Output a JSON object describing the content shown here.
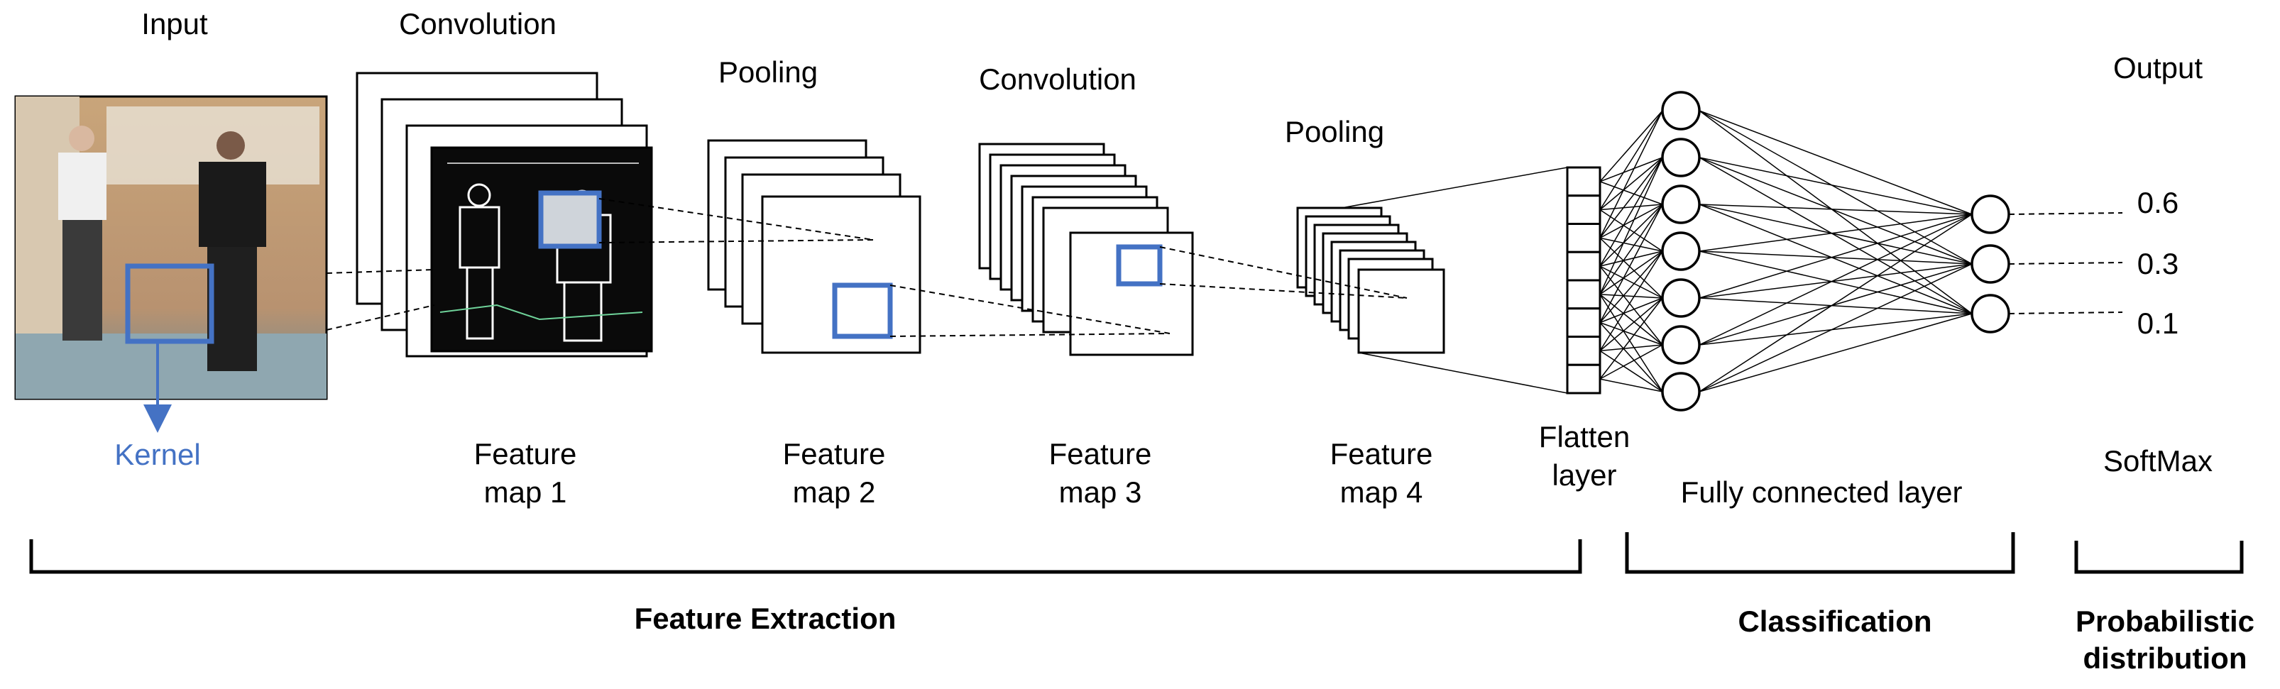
{
  "labels": {
    "input": "Input",
    "conv1": "Convolution",
    "pool1": "Pooling",
    "conv2": "Convolution",
    "pool2": "Pooling",
    "output": "Output",
    "kernel": "Kernel",
    "fm1_a": "Feature",
    "fm1_b": "map 1",
    "fm2_a": "Feature",
    "fm2_b": "map 2",
    "fm3_a": "Feature",
    "fm3_b": "map 3",
    "fm4_a": "Feature",
    "fm4_b": "map 4",
    "flatten_a": "Flatten",
    "flatten_b": "layer",
    "fc": "Fully connected layer",
    "softmax": "SoftMax"
  },
  "outputs": [
    "0.6",
    "0.3",
    "0.1"
  ],
  "sections": {
    "feature_extraction": "Feature Extraction",
    "classification": "Classification",
    "prob_a": "Probabilistic",
    "prob_b": "distribution"
  },
  "network": {
    "flatten_cells": 8,
    "hidden_nodes": 7,
    "output_nodes": 3
  },
  "colors": {
    "kernel": "#4472c4",
    "stroke": "#000000"
  }
}
